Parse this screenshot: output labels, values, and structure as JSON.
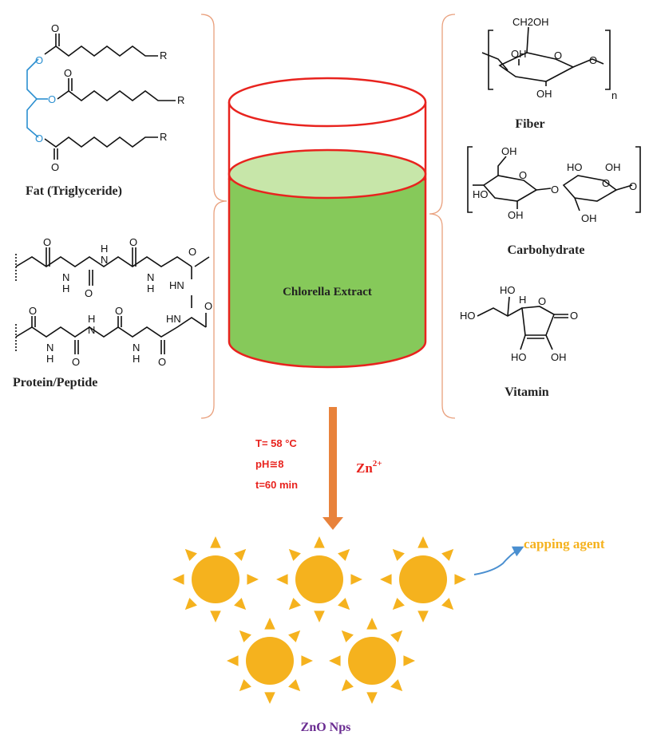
{
  "beaker": {
    "label": "Chlorella Extract",
    "liquid_color": "#86c95a",
    "rim_color": "#e8231e"
  },
  "molecules": {
    "fat": "Fat (Triglyceride)",
    "protein": "Protein/Peptide",
    "fiber": "Fiber",
    "carbohydrate": "Carbohydrate",
    "vitamin": "Vitamin"
  },
  "atoms": {
    "o": "O",
    "r": "R",
    "n": "N",
    "h": "H",
    "nh": "HN",
    "oh": "OH",
    "ho": "HO",
    "ch2oh": "CH2OH",
    "sub_n": "n"
  },
  "conditions": {
    "temp": "T= 58 °C",
    "ph": "pH≅8",
    "time": "t=60 min"
  },
  "reagent": {
    "base": "Zn",
    "charge": "2+"
  },
  "capping_agent": "capping agent",
  "product": "ZnO Nps",
  "colors": {
    "arrow": "#e8823b",
    "nanoparticle": "#f5b21e",
    "bracket": "#e9a07d",
    "curve_arrow": "#4a8fd0"
  }
}
